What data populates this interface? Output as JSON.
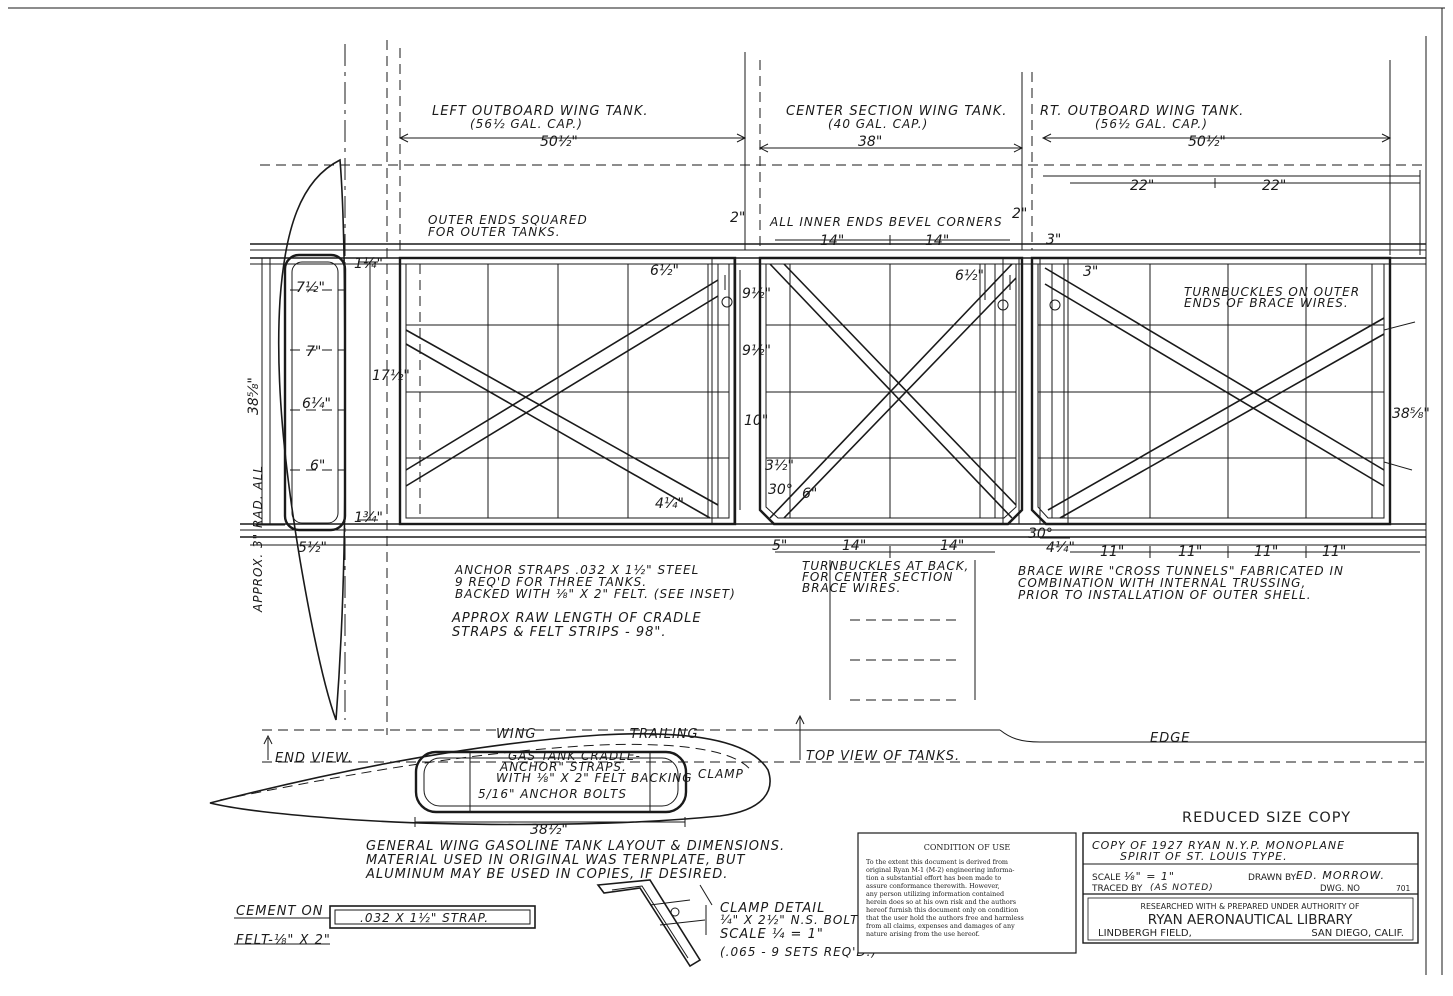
{
  "labels": {
    "left_tank_title": "LEFT OUTBOARD WING TANK.",
    "left_tank_cap": "(56½ GAL. CAP.)",
    "center_tank_title": "CENTER SECTION WING TANK.",
    "center_tank_cap": "(40 GAL. CAP.)",
    "right_tank_title": "RT. OUTBOARD WING TANK.",
    "right_tank_cap": "(56½ GAL. CAP.)",
    "outer_ends": "OUTER ENDS SQUARED",
    "outer_ends_2": "FOR OUTER TANKS.",
    "inner_ends": "ALL INNER ENDS BEVEL CORNERS",
    "turnbuckles_outer": "TURNBUCKLES ON OUTER",
    "turnbuckles_outer_2": "ENDS OF BRACE WIRES.",
    "anchor_straps_1": "ANCHOR STRAPS .032 X 1½\" STEEL",
    "anchor_straps_2": "9 REQ'D FOR THREE TANKS.",
    "anchor_straps_3": "BACKED WITH ⅛\" X 2\" FELT. (SEE INSET)",
    "raw_length_1": "APPROX RAW LENGTH OF CRADLE",
    "raw_length_2": "STRAPS & FELT STRIPS - 98\".",
    "turnbuckles_back_1": "TURNBUCKLES AT BACK,",
    "turnbuckles_back_2": "FOR CENTER SECTION",
    "turnbuckles_back_3": "BRACE WIRES.",
    "brace_wire_1": "BRACE WIRE \"CROSS TUNNELS\" FABRICATED IN",
    "brace_wire_2": "COMBINATION WITH INTERNAL TRUSSING,",
    "brace_wire_3": "PRIOR TO INSTALLATION OF OUTER SHELL.",
    "approx_rad": "APPROX. 3\" RAD. ALL",
    "wing": "WING",
    "trailing": "TRAILING",
    "edge": "EDGE",
    "end_view": "END VIEW.",
    "top_view": "TOP VIEW OF TANKS.",
    "cradle_1": "GAS TANK CRADLE-",
    "cradle_2": "ANCHOR\" STRAPS.",
    "cradle_3": "WITH ⅛\" X 2\" FELT BACKING",
    "anchor_bolts": "5/16\" ANCHOR BOLTS",
    "clamp": "CLAMP",
    "general_1": "GENERAL WING GASOLINE TANK LAYOUT & DIMENSIONS.",
    "general_2": "MATERIAL USED IN ORIGINAL WAS TERNPLATE, BUT",
    "general_3": "ALUMINUM MAY BE USED IN COPIES, IF DESIRED.",
    "cement_on": "CEMENT ON",
    "strap_spec": ".032 X 1½\" STRAP.",
    "felt_spec": "FELT-⅛\" X 2\"",
    "clamp_detail_1": "CLAMP DETAIL",
    "clamp_detail_2": "¼\" X 2½\" N.S. BOLTS.",
    "clamp_detail_3": "SCALE ¼ = 1\"",
    "clamp_detail_4": "(.065 - 9 SETS REQ'D.)"
  },
  "dims": {
    "left_span": "50½\"",
    "center_span": "38\"",
    "right_span": "50½\"",
    "twenty_two_a": "22\"",
    "twenty_two_b": "22\"",
    "fourteen_a": "14\"",
    "fourteen_b": "14\"",
    "fourteen_c": "14\"",
    "fourteen_d": "14\"",
    "eleven_a": "11\"",
    "eleven_b": "11\"",
    "eleven_c": "11\"",
    "eleven_d": "11\"",
    "two_a": "2\"",
    "two_b": "2\"",
    "three_a": "3\"",
    "three_b": "3\"",
    "five": "5\"",
    "six": "6\"",
    "ten": "10\"",
    "nine_half": "9½\"",
    "nine_half_b": "9½\"",
    "three_half": "3½\"",
    "six_half": "6½\"",
    "six_half_b": "6½\"",
    "seventeen_half": "17½\"",
    "thirty_eight_eighth": "38⅝\"",
    "seven_half": "7½\"",
    "seven": "7\"",
    "six_quarter": "6¼\"",
    "six_end": "6\"",
    "five_half": "5½\"",
    "one_quarter": "1¼\"",
    "one_three_quarter": "1¾\"",
    "four_quarter": "4¼\"",
    "four_quarter_b": "4¼\"",
    "thirty_eight_half": "38½\"",
    "thirty_eight_right": "38⅝\"",
    "thirty_deg": "30°",
    "thirty_deg_b": "30°"
  },
  "stamp": {
    "reduced": "REDUCED SIZE COPY"
  },
  "condition": {
    "title": "CONDITION OF USE",
    "lines": [
      "To the extent this document is derived from",
      "original Ryan M-1 (M-2) engineering informa-",
      "tion a substantial effort has been made to",
      "assure conformance therewith. However,",
      "any person utilizing information contained",
      "herein does so at his own risk and the authors",
      "hereof furnish this document only on condition",
      "that the user hold the authors free and harmless",
      "from all claims, expenses and damages of any",
      "nature arising from the use hereof."
    ]
  },
  "title_block": {
    "copy_line": "COPY OF 1927 RYAN N.Y.P. MONOPLANE",
    "type_line": "SPIRIT OF ST. LOUIS TYPE.",
    "scale_label": "SCALE",
    "scale_value": "⅛\" = 1\"",
    "drawn_label": "DRAWN BY",
    "drawn_value": "ED. MORROW.",
    "traced_label": "TRACED BY",
    "traced_value": "(AS NOTED)",
    "dwg_label": "DWG. NO",
    "dwg_value": "701",
    "researched": "RESEARCHED WITH & PREPARED UNDER AUTHORITY OF",
    "library": "RYAN AERONAUTICAL LIBRARY",
    "lindbergh": "LINDBERGH FIELD,",
    "san_diego": "SAN DIEGO, CALIF."
  }
}
